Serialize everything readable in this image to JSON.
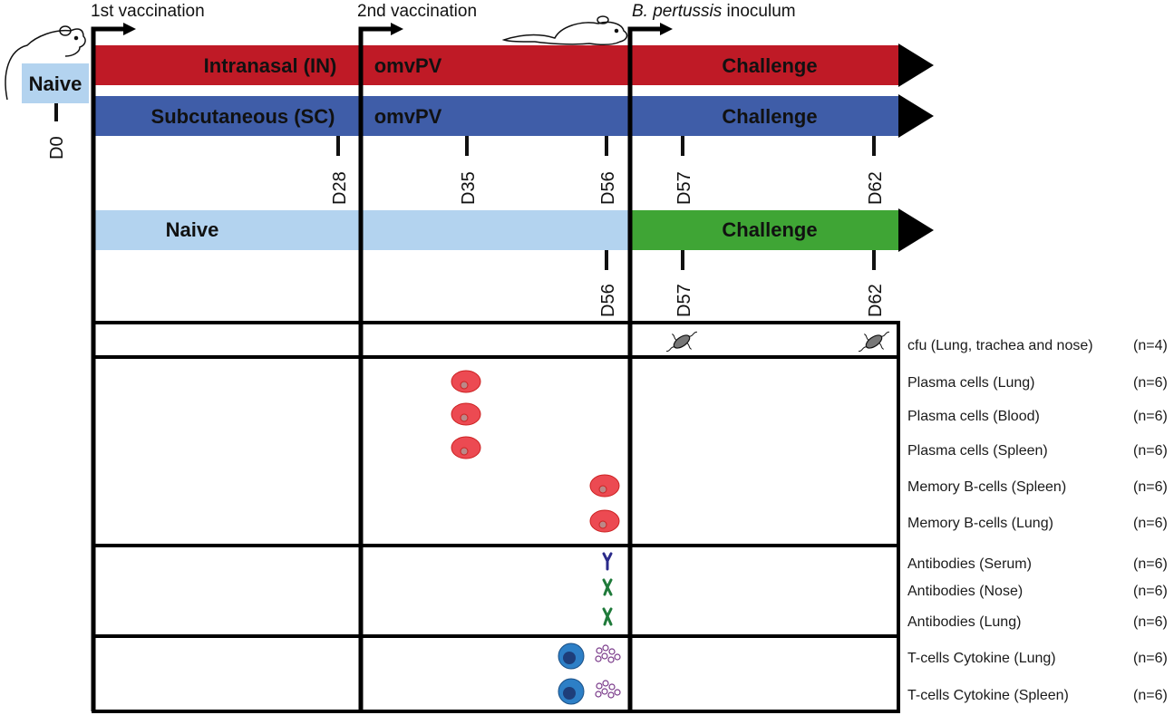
{
  "headers": {
    "first_vaccination": "1st vaccination",
    "second_vaccination": "2nd vaccination",
    "inoculum_italic": "B. pertussis",
    "inoculum_rest": " inoculum"
  },
  "start": {
    "naive_label": "Naive",
    "day0": "D0"
  },
  "bars": {
    "intranasal": {
      "label": "Intranasal (IN)",
      "product": "omvPV",
      "challenge": "Challenge"
    },
    "subcutaneous": {
      "label": "Subcutaneous (SC)",
      "product": "omvPV",
      "challenge": "Challenge"
    },
    "naive": {
      "label": "Naive",
      "challenge": "Challenge"
    }
  },
  "days_upper": [
    "D28",
    "D35",
    "D56",
    "D57",
    "D62"
  ],
  "days_lower": [
    "D56",
    "D57",
    "D62"
  ],
  "readouts": [
    {
      "name": "cfu (Lung, trachea and nose)",
      "n": "(n=4)"
    },
    {
      "name": "Plasma cells (Lung)",
      "n": "(n=6)"
    },
    {
      "name": "Plasma cells (Blood)",
      "n": "(n=6)"
    },
    {
      "name": "Plasma cells (Spleen)",
      "n": "(n=6)"
    },
    {
      "name": "Memory B-cells (Spleen)",
      "n": "(n=6)"
    },
    {
      "name": "Memory B-cells (Lung)",
      "n": "(n=6)"
    },
    {
      "name": "Antibodies (Serum)",
      "n": "(n=6)"
    },
    {
      "name": "Antibodies (Nose)",
      "n": "(n=6)"
    },
    {
      "name": "Antibodies (Lung)",
      "n": "(n=6)"
    },
    {
      "name": "T-cells Cytokine (Lung)",
      "n": "(n=6)"
    },
    {
      "name": "T-cells Cytokine (Spleen)",
      "n": "(n=6)"
    }
  ],
  "colors": {
    "intranasal": "#bf1a26",
    "subcutaneous": "#3f5da8",
    "naive": "#b3d3ef",
    "challenge_naive": "#3fa535",
    "plasma_cell": "#e8404a",
    "t_cell": "#2d7fc6",
    "antibody_serum": "#2a2a8a",
    "antibody_mucosal": "#1f7a3a"
  },
  "icons": [
    "mouse-icon",
    "bacterium-icon",
    "plasma-cell-icon",
    "antibody-icon",
    "t-cell-icon",
    "cytokine-icon",
    "arrow-icon"
  ]
}
